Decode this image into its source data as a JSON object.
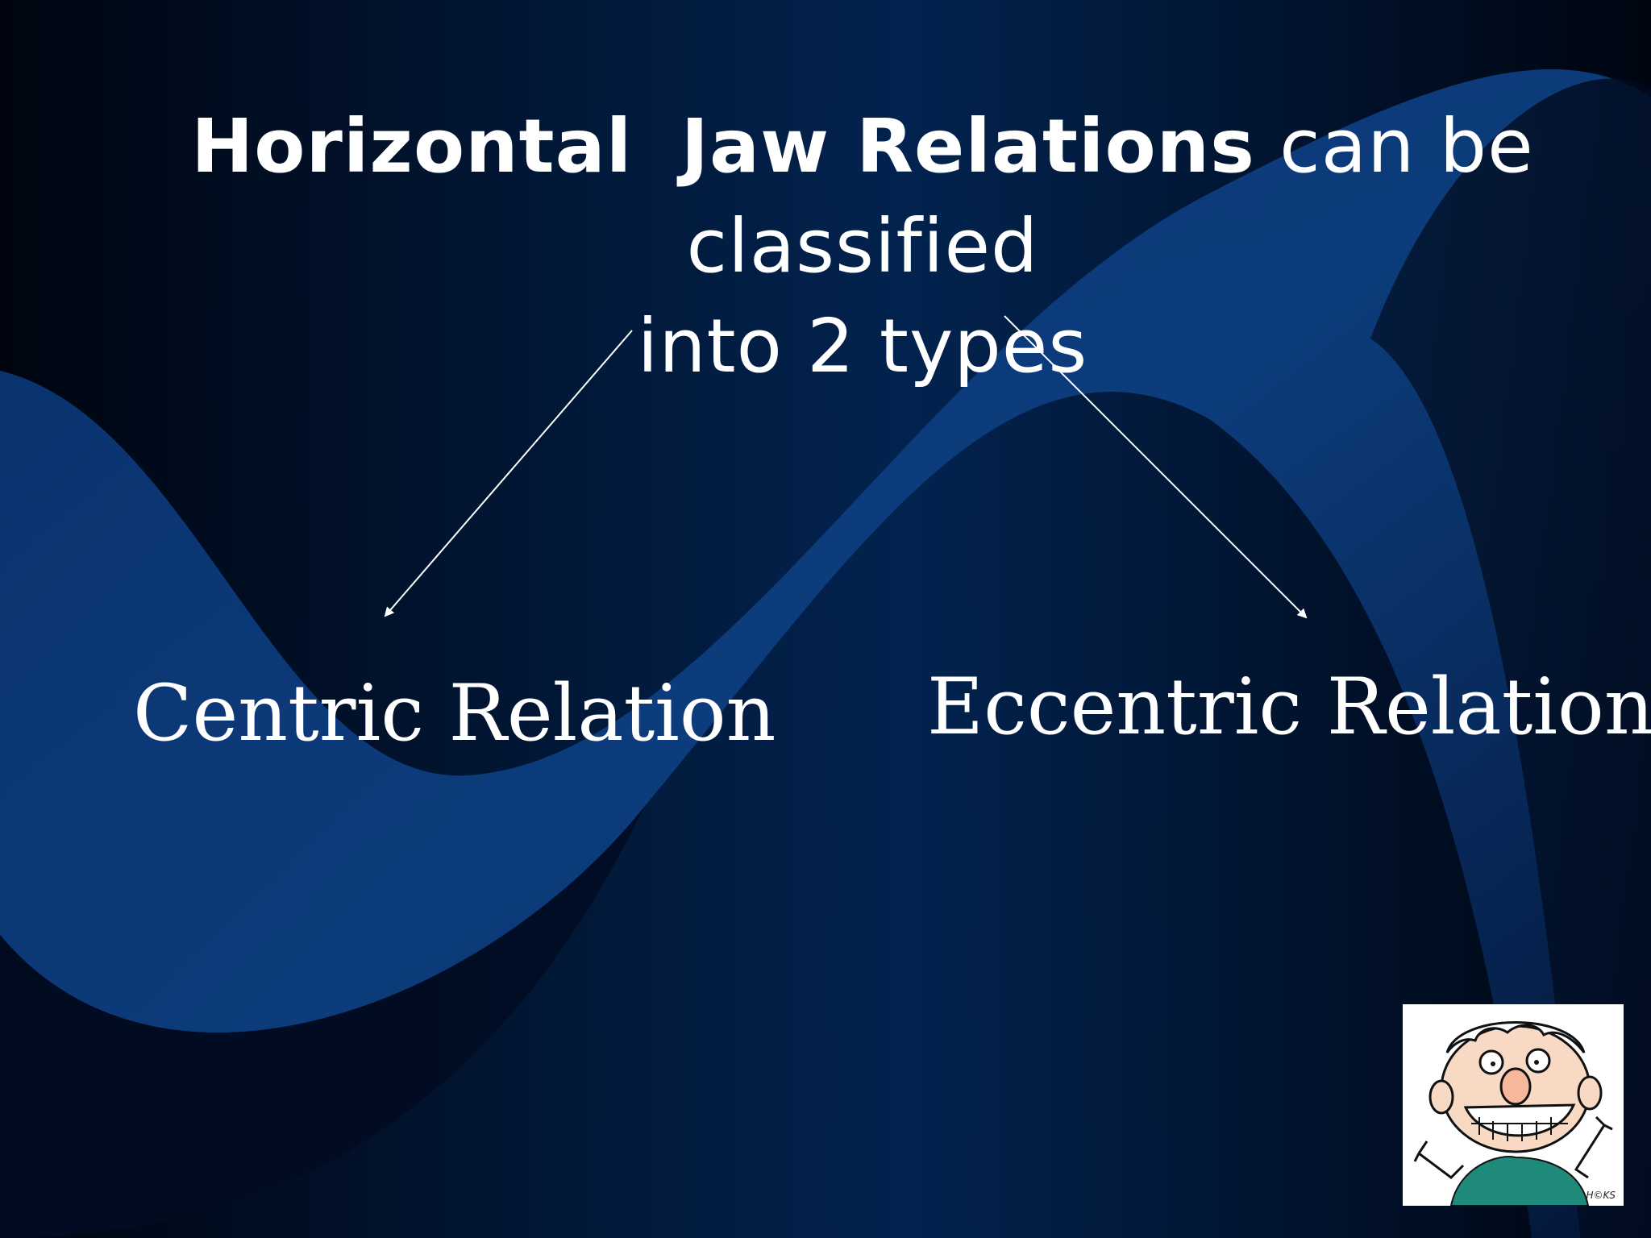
{
  "slide": {
    "title_bold_1": "Horizontal",
    "title_bold_2": "Jaw Relations",
    "title_rest": "can be classified",
    "title_line2": "into 2 types"
  },
  "nodes": [
    {
      "label": "Centric Relation"
    },
    {
      "label": "Eccentric Relations"
    }
  ],
  "cartoon": {
    "icon": "smiling-boy-cartoon",
    "signature": "H©KS"
  },
  "colors": {
    "background_dark": "#000814",
    "wave_blue": "#0b3a78",
    "text": "#ffffff",
    "arrow": "#ffffff"
  }
}
